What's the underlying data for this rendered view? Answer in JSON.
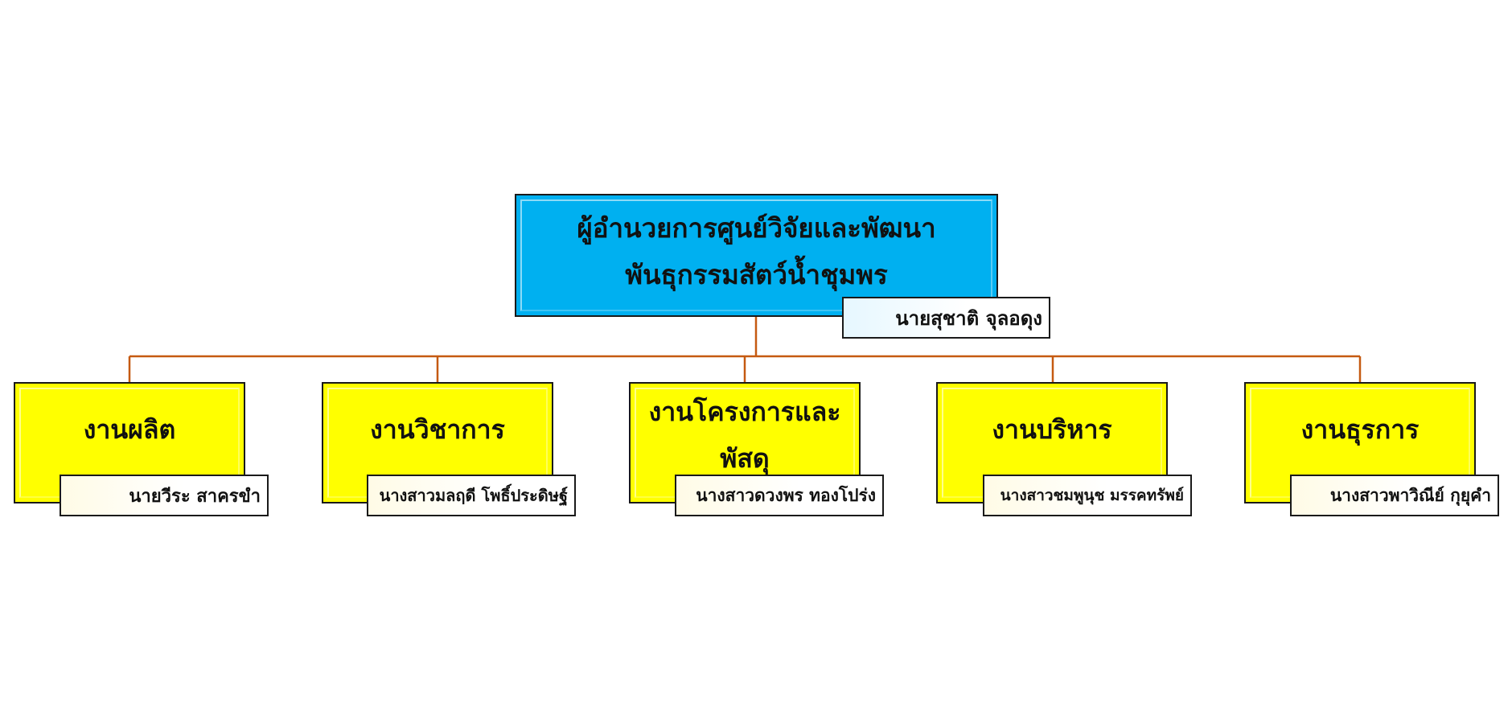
{
  "org_chart": {
    "top": {
      "title_line1": "ผู้อำนวยการศูนย์วิจัยและพัฒนา",
      "title_line2": "พันธุกรรมสัตว์น้ำชุมพร",
      "person": "นายสุชาติ จุลอดุง"
    },
    "departments": [
      {
        "title_line1": "งานผลิต",
        "title_line2": "",
        "person": "นายวีระ สาครขำ"
      },
      {
        "title_line1": "งานวิชาการ",
        "title_line2": "",
        "person": "นางสาวมลฤดี โพธิ์ประดิษฐ์"
      },
      {
        "title_line1": "งานโครงการและ",
        "title_line2": "พัสดุ",
        "person": "นางสาวดวงพร ทองโปร่ง"
      },
      {
        "title_line1": "งานบริหาร",
        "title_line2": "",
        "person": "นางสาวชมพูนุช มรรคทรัพย์"
      },
      {
        "title_line1": "งานธุรการ",
        "title_line2": "",
        "person": "นางสาวพาวิณีย์ กุยุคำ"
      }
    ],
    "colors": {
      "top_box": "#00b0f0",
      "department_box": "#ffff00",
      "connector": "#c55a11",
      "border": "#1a1a1a"
    }
  }
}
